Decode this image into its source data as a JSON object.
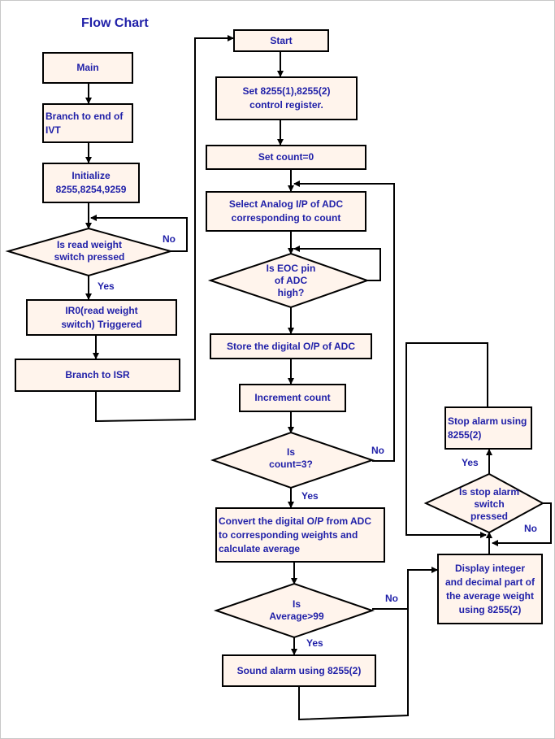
{
  "title": "Flow Chart",
  "nodes": {
    "main": "Main",
    "branch_ivt": "Branch to end of\nIVT",
    "initialize": "Initialize\n8255,8254,9259",
    "read_weight": "Is read weight\nswitch pressed",
    "ir0": "IR0(read weight\nswitch) Triggered",
    "branch_isr": "Branch to ISR",
    "start": "Start",
    "set_control": "Set 8255(1),8255(2)\ncontrol register.",
    "set_count": "Set count=0",
    "select_analog": "Select Analog I/P of ADC\ncorresponding to count",
    "eoc": "Is EOC pin\nof ADC\nhigh?",
    "store_digital": "Store the digital O/P of ADC",
    "increment": "Increment count",
    "count3": "Is\ncount=3?",
    "convert": "Convert the digital O/P from ADC\nto corresponding weights and\ncalculate average",
    "average99": "Is\nAverage>99",
    "sound_alarm": "Sound alarm using 8255(2)",
    "display": "Display integer\nand decimal part of\nthe average weight\nusing 8255(2)",
    "stop_pressed": "Is stop alarm\nswitch\npressed",
    "stop_alarm": "Stop alarm using\n8255(2)"
  },
  "edge_labels": {
    "read_no": "No",
    "read_yes": "Yes",
    "count_no": "No",
    "count_yes": "Yes",
    "avg_no": "No",
    "avg_yes": "Yes",
    "stop_yes": "Yes",
    "stop_no": "No"
  },
  "colors": {
    "text": "#1f1fa8",
    "box_fill": "#fff4ec",
    "line": "#000000"
  }
}
